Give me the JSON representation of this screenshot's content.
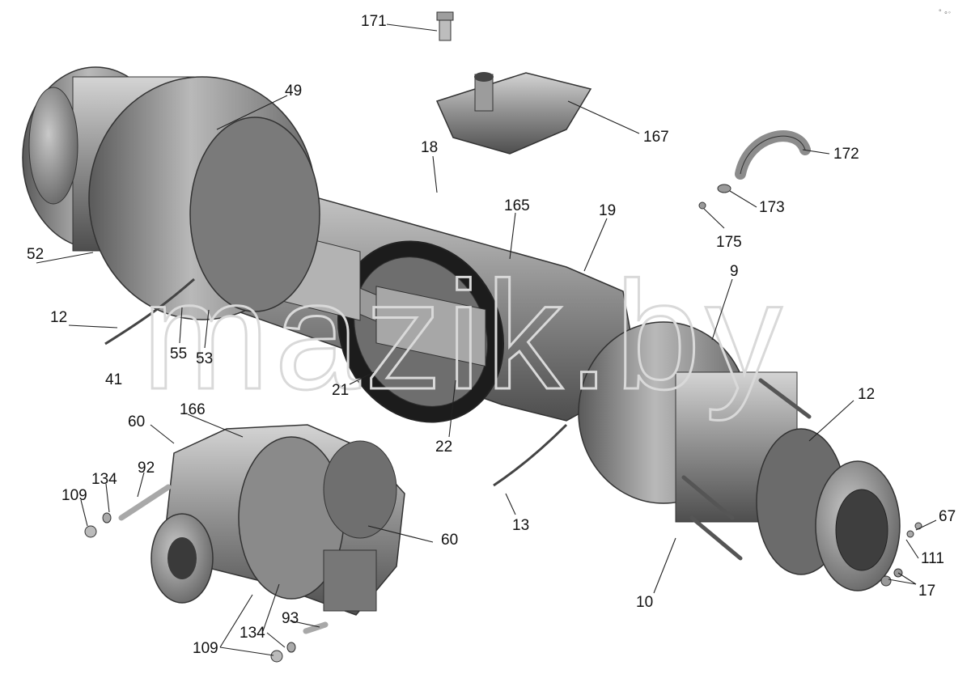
{
  "watermark": "mazik.by",
  "corner_mark": "° ∘◦",
  "parts": [
    {
      "id": "part-171",
      "label": "171"
    },
    {
      "id": "part-49",
      "label": "49"
    },
    {
      "id": "part-167",
      "label": "167"
    },
    {
      "id": "part-18",
      "label": "18"
    },
    {
      "id": "part-172",
      "label": "172"
    },
    {
      "id": "part-165",
      "label": "165"
    },
    {
      "id": "part-19",
      "label": "19"
    },
    {
      "id": "part-173",
      "label": "173"
    },
    {
      "id": "part-175",
      "label": "175"
    },
    {
      "id": "part-52",
      "label": "52"
    },
    {
      "id": "part-9",
      "label": "9"
    },
    {
      "id": "part-12-left",
      "label": "12"
    },
    {
      "id": "part-55",
      "label": "55"
    },
    {
      "id": "part-53",
      "label": "53"
    },
    {
      "id": "part-41",
      "label": "41"
    },
    {
      "id": "part-21",
      "label": "21"
    },
    {
      "id": "part-12-right",
      "label": "12"
    },
    {
      "id": "part-166",
      "label": "166"
    },
    {
      "id": "part-60-top",
      "label": "60"
    },
    {
      "id": "part-22",
      "label": "22"
    },
    {
      "id": "part-92",
      "label": "92"
    },
    {
      "id": "part-134-top",
      "label": "134"
    },
    {
      "id": "part-109-top",
      "label": "109"
    },
    {
      "id": "part-13",
      "label": "13"
    },
    {
      "id": "part-67",
      "label": "67"
    },
    {
      "id": "part-60-right",
      "label": "60"
    },
    {
      "id": "part-111",
      "label": "111"
    },
    {
      "id": "part-17",
      "label": "17"
    },
    {
      "id": "part-10",
      "label": "10"
    },
    {
      "id": "part-93",
      "label": "93"
    },
    {
      "id": "part-134-bottom",
      "label": "134"
    },
    {
      "id": "part-109-bottom",
      "label": "109"
    }
  ]
}
